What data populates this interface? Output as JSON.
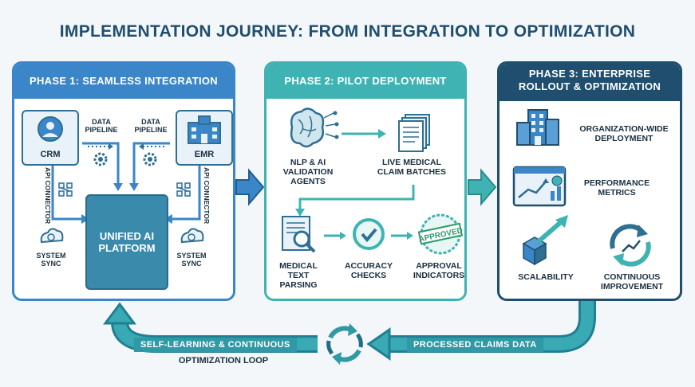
{
  "title": "IMPLEMENTATION JOURNEY: FROM INTEGRATION TO OPTIMIZATION",
  "phase1": {
    "header": "PHASE 1: SEAMLESS INTEGRATION",
    "crm": "CRM",
    "emr": "EMR",
    "pipeline_left": "DATA PIPELINE",
    "pipeline_right": "DATA PIPELINE",
    "api_left": "API CONNECTOR",
    "api_right": "API CONNECTOR",
    "platform": "UNIFIED AI PLATFORM",
    "sync_left": "SYSTEM SYNC",
    "sync_right": "SYSTEM SYNC"
  },
  "phase2": {
    "header": "PHASE 2: PILOT DEPLOYMENT",
    "agents": "NLP & AI VALIDATION AGENTS",
    "batches": "LIVE MEDICAL CLAIM BATCHES",
    "parsing": "MEDICAL TEXT PARSING",
    "accuracy": "ACCURACY CHECKS",
    "approval": "APPROVAL INDICATORS",
    "stamp": "APPROVED"
  },
  "phase3": {
    "header_line1": "PHASE 3: ENTERPRISE",
    "header_line2": "ROLLOUT & OPTIMIZATION",
    "deployment": "ORGANIZATION-WIDE DEPLOYMENT",
    "metrics": "PERFORMANCE METRICS",
    "scalability": "SCALABILITY",
    "improvement": "CONTINUOUS IMPROVEMENT"
  },
  "loop": {
    "left_line1": "SELF-LEARNING & CONTINUOUS",
    "left_line2": "OPTIMIZATION LOOP",
    "right": "PROCESSED CLAIMS DATA"
  },
  "colors": {
    "phase1": "#3a86c8",
    "phase2": "#3fb3b3",
    "phase3": "#1f4e6e",
    "teal_arrow": "#2f9aa6",
    "title": "#1f4e6e"
  }
}
